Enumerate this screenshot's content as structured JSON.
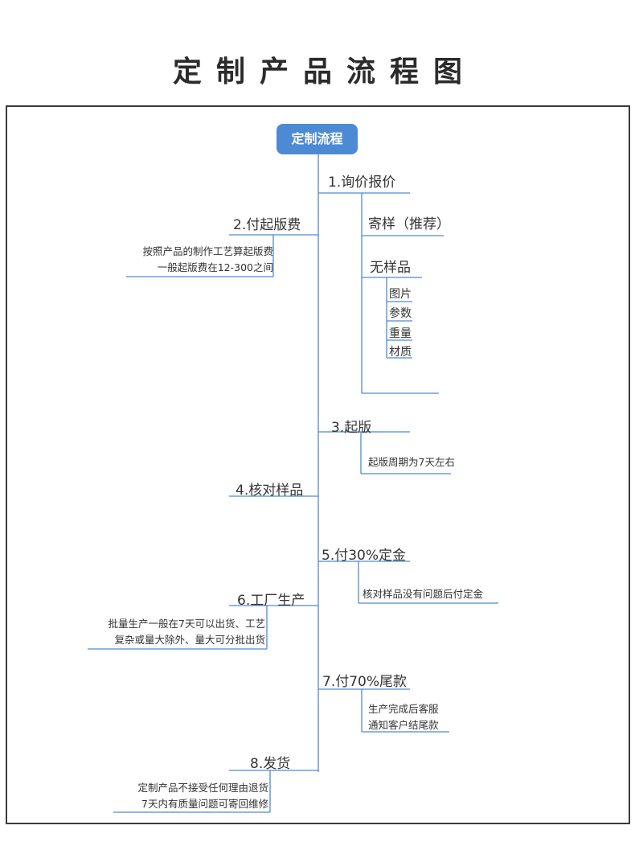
{
  "page_title": "定制产品流程图",
  "root": "定制流程",
  "steps": {
    "s1": {
      "label": "1.询价报价"
    },
    "s1_send": {
      "label": "寄样（推荐）"
    },
    "s1_nosample": {
      "label": "无样品"
    },
    "s1_items": [
      "图片",
      "参数",
      "重量",
      "材质"
    ],
    "s2": {
      "label": "2.付起版费",
      "note": [
        "按照产品的制作工艺算起版费",
        "一般起版费在12-300之间"
      ]
    },
    "s3": {
      "label": "3.起版",
      "note": [
        "起版周期为7天左右"
      ]
    },
    "s4": {
      "label": "4.核对样品"
    },
    "s5": {
      "label": "5.付30%定金",
      "note": [
        "核对样品没有问题后付定金"
      ]
    },
    "s6": {
      "label": "6.工厂生产",
      "note": [
        "批量生产一般在7天可以出货、工艺",
        "复杂或量大除外、量大可分批出货"
      ]
    },
    "s7": {
      "label": "7.付70%尾款",
      "note": [
        "生产完成后客服",
        "通知客户结尾款"
      ]
    },
    "s8": {
      "label": "8.发货",
      "note": [
        "定制产品不接受任何理由退货",
        "7天内有质量问题可寄回维修"
      ]
    }
  },
  "colors": {
    "line": "#4d8ad4",
    "root_bg": "#4d8ad4",
    "frame": "#3a3a3a"
  }
}
